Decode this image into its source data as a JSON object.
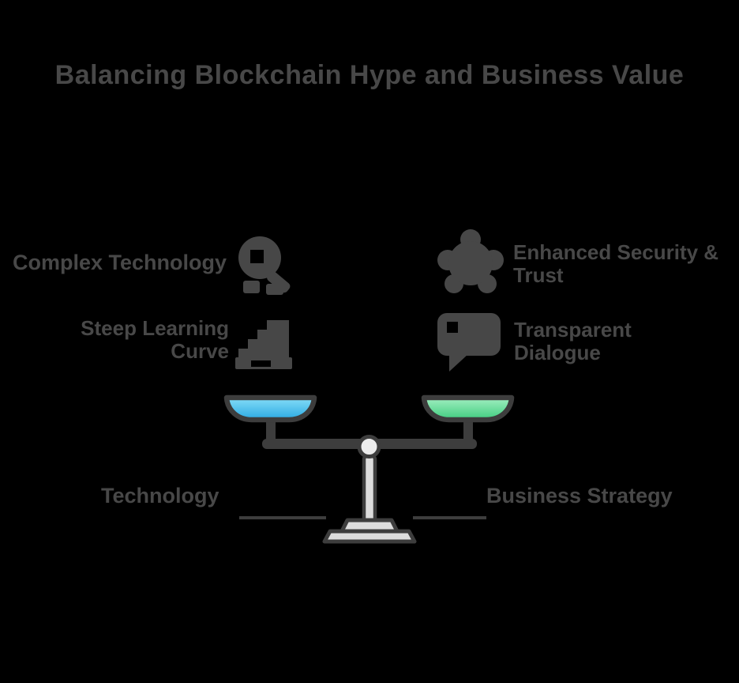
{
  "title": "Balancing Blockchain Hype and Business Value",
  "colors": {
    "background": "#000000",
    "text": "#484848",
    "icon": "#474747",
    "outline": "#3d3d3d",
    "pan_left_top": "#85ddf8",
    "pan_left_bottom": "#2aa9e2",
    "pan_right_top": "#a2efc1",
    "pan_right_bottom": "#3ecc7e",
    "stand_fill": "#dcdcdc",
    "pivot_fill": "#ececec"
  },
  "items": {
    "left": [
      {
        "icon": "magnifier-icon",
        "line1": "Complex Technology",
        "line2": ""
      },
      {
        "icon": "stairs-icon",
        "line1": "Steep Learning",
        "line2": "Curve"
      }
    ],
    "right": [
      {
        "icon": "network-icon",
        "line1": "Enhanced Security &",
        "line2": "Trust"
      },
      {
        "icon": "chat-bubble-icon",
        "line1": "Transparent",
        "line2": "Dialogue"
      }
    ]
  },
  "scale": {
    "left_pan": "Technology",
    "right_pan": "Business Strategy"
  }
}
